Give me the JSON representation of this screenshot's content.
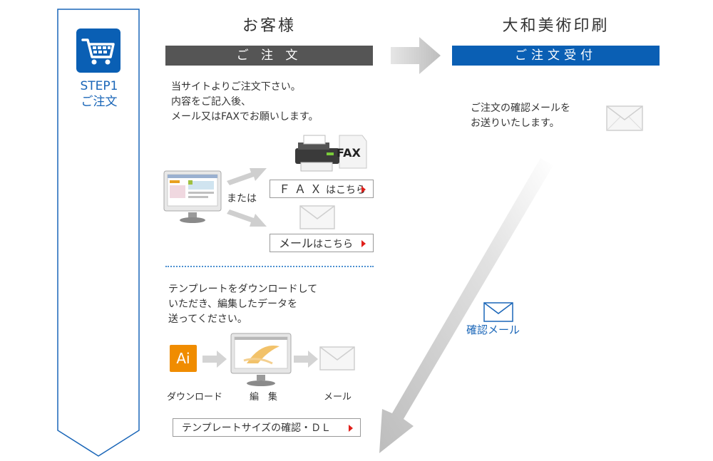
{
  "step": {
    "number_label": "STEP1",
    "title": "ご注文"
  },
  "customer": {
    "title": "お客様",
    "bar_label": "ご 注 文",
    "intro_lines": [
      "当サイトよりご注文下さい。",
      "内容をご記入後、",
      "メール又はFAXでお願いします。"
    ],
    "or_label": "または",
    "fax_icon_text": "FAX",
    "fax_button": {
      "main": "ＦＡＸ",
      "suffix": "はこちら"
    },
    "mail_button": {
      "main": "メール",
      "suffix": "はこちら"
    },
    "template_lines": [
      "テンプレートをダウンロードして",
      "いただき、編集したデータを",
      "送ってください。"
    ],
    "ai_icon_text": "Ai",
    "flow_labels": [
      "ダウンロード",
      "編　集",
      "メール"
    ],
    "template_button": "テンプレートサイズの確認・ＤＬ"
  },
  "company": {
    "title": "大和美術印刷",
    "bar_label": "ご注文受付",
    "confirm_lines": [
      "ご注文の確認メールを",
      "お送りいたします。"
    ],
    "confirm_mail_label": "確認メール"
  },
  "colors": {
    "brand_blue": "#0a5fb4",
    "dark_bar": "#555555",
    "arrow_red": "#e0201b",
    "arrow_gray": "#cfcfcf"
  }
}
